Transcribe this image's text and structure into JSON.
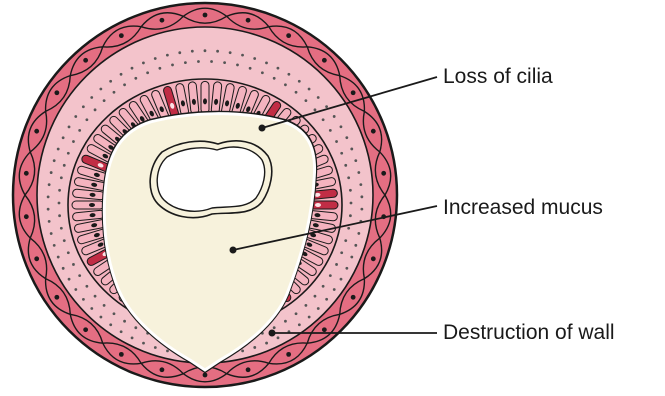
{
  "labels": {
    "loss_of_cilia": "Loss of cilia",
    "increased_mucus": "Increased mucus",
    "destruction_of_wall": "Destruction of wall"
  },
  "colors": {
    "outer_wall": "#e46e82",
    "outer_band": "#f3c3cb",
    "epithelium": "#f4b3bf",
    "nucleus": "#c12d45",
    "mucus": "#f7f2dc",
    "lumen_air": "#ffffff",
    "outline": "#1a1a1a"
  }
}
